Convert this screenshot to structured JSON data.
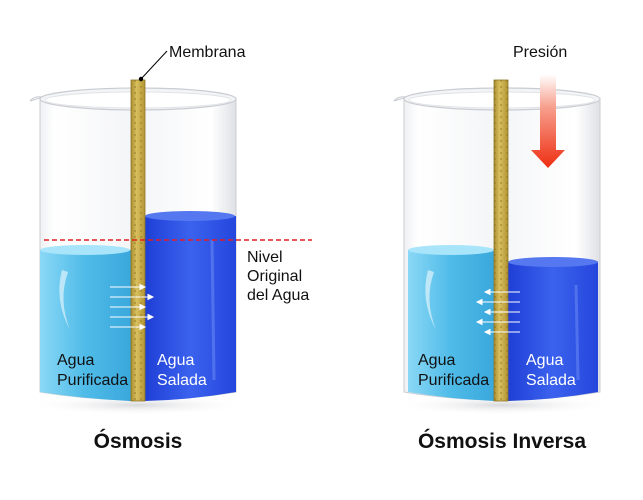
{
  "left": {
    "membrane_label": "Membrana",
    "level_label_lines": [
      "Nivel",
      "Original",
      "del Agua"
    ],
    "left_liquid_lines": [
      "Agua",
      "Purificada"
    ],
    "right_liquid_lines": [
      "Agua",
      "Salada"
    ],
    "title": "Ósmosis"
  },
  "right": {
    "pressure_label": "Presión",
    "left_liquid_lines": [
      "Agua",
      "Purificada"
    ],
    "right_liquid_lines": [
      "Agua",
      "Salada"
    ],
    "title": "Ósmosis Inversa"
  },
  "colors": {
    "fresh_water": "#5fc4ee",
    "salt_water": "#2f55e6",
    "membrane": "#c9ad4a",
    "original_level_line": "#e02020",
    "pressure_arrow": "#f03a1c"
  }
}
